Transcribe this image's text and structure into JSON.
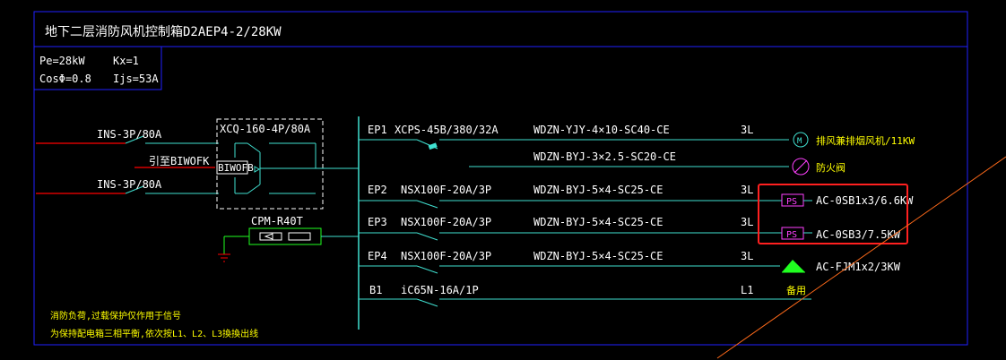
{
  "title": "地下二层消防风机控制箱D2AEP4-2/28KW",
  "params": {
    "pe": "Pe=28kW",
    "kx": "Kx=1",
    "cos": "CosΦ=0.8",
    "ijs": "Ijs=53A"
  },
  "inputs": [
    {
      "label": "INS-3P/80A"
    },
    {
      "label": "INS-3P/80A"
    }
  ],
  "transfer_switch": {
    "label": "XCQ-160-4P/80A",
    "box_label": "BIWOFB",
    "signal_label": "引至BIWOFK"
  },
  "spd": {
    "label": "CPM-R40T"
  },
  "circuits": [
    {
      "id": "EP1",
      "breaker": "XCPS-45B/380/32A",
      "cable": "WDZN-YJY-4×10-SC40-CE",
      "phase": "3L",
      "load": "排风兼排烟风机/11KW",
      "load_icon": "motor"
    },
    {
      "id": "",
      "breaker": "",
      "cable": "WDZN-BYJ-3×2.5-SC20-CE",
      "phase": "",
      "load": "防火阀",
      "load_icon": "damper"
    },
    {
      "id": "EP2",
      "breaker": "NSX100F-20A/3P",
      "cable": "WDZN-BYJ-5×4-SC25-CE",
      "phase": "3L",
      "load": "AC-0SB1x3/6.6KW",
      "load_icon": "PS"
    },
    {
      "id": "EP3",
      "breaker": "NSX100F-20A/3P",
      "cable": "WDZN-BYJ-5×4-SC25-CE",
      "phase": "3L",
      "load": "AC-0SB3/7.5KW",
      "load_icon": "PS"
    },
    {
      "id": "EP4",
      "breaker": "NSX100F-20A/3P",
      "cable": "WDZN-BYJ-5×4-SC25-CE",
      "phase": "3L",
      "load": "AC-FJM1x2/3KW",
      "load_icon": "fan"
    },
    {
      "id": "B1",
      "breaker": "iC65N-16A/1P",
      "cable": "",
      "phase": "L1",
      "load": "备用",
      "load_icon": ""
    }
  ],
  "notes": [
    "消防负荷,过载保护仅作用于信号",
    "为保持配电箱三相平衡,依次按L1、L2、L3換換出线"
  ],
  "colors": {
    "frame": "#2020ff",
    "wire": "#40e0d0",
    "red": "#ff0000",
    "highlight": "#ff2020",
    "green": "#20ff20",
    "magenta": "#ff40ff",
    "yellow": "#ffff00",
    "slash": "#ff6a1a"
  }
}
